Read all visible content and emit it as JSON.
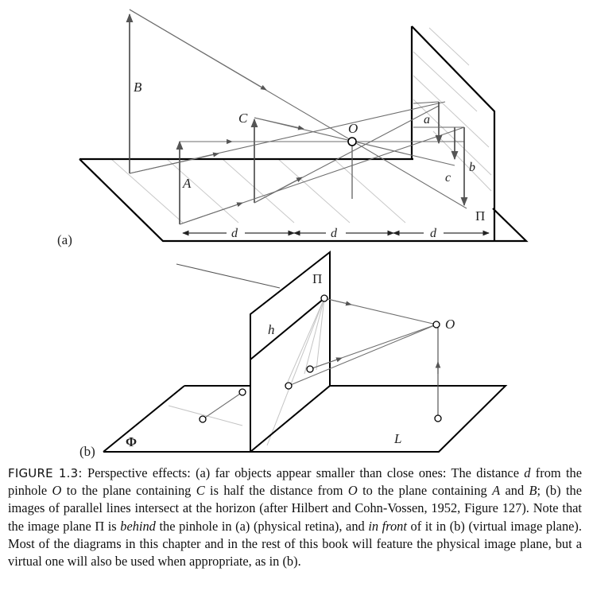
{
  "panel_a": {
    "panel_label": "(a)",
    "point_labels": {
      "B": "B",
      "C": "C",
      "A": "A",
      "O": "O",
      "a": "a",
      "b": "b",
      "c": "c",
      "Pi": "Π"
    },
    "distance_labels": [
      "d",
      "d",
      "d"
    ]
  },
  "panel_b": {
    "panel_label": "(b)",
    "point_labels": {
      "Pi": "Π",
      "O": "O",
      "h": "h",
      "Phi": "Φ",
      "L": "L"
    }
  },
  "caption": {
    "figure_number": "FIGURE 1.3:",
    "parts": [
      " Perspective effects: (a) far objects appear smaller than close ones: The distance ",
      "d",
      " from the pinhole ",
      "O",
      " to the plane containing ",
      "C",
      " is half the distance from ",
      "O",
      " to the plane containing ",
      "A",
      " and ",
      "B",
      "; (b) the images of parallel lines intersect at the horizon (after Hilbert and Cohn-Vossen, 1952, Figure 127). Note that the image plane Π is ",
      "behind",
      " the pinhole in (a) (physical retina), and ",
      "in front",
      " of it in (b) (virtual image plane). Most of the diagrams in this chapter and in the rest of this book will feature the physical image plane, but a virtual one will also be used when appropriate, as in (b)."
    ]
  },
  "colors": {
    "ink": "#000000",
    "ray": "#6e6e6e",
    "light": "#bdbdbd"
  }
}
